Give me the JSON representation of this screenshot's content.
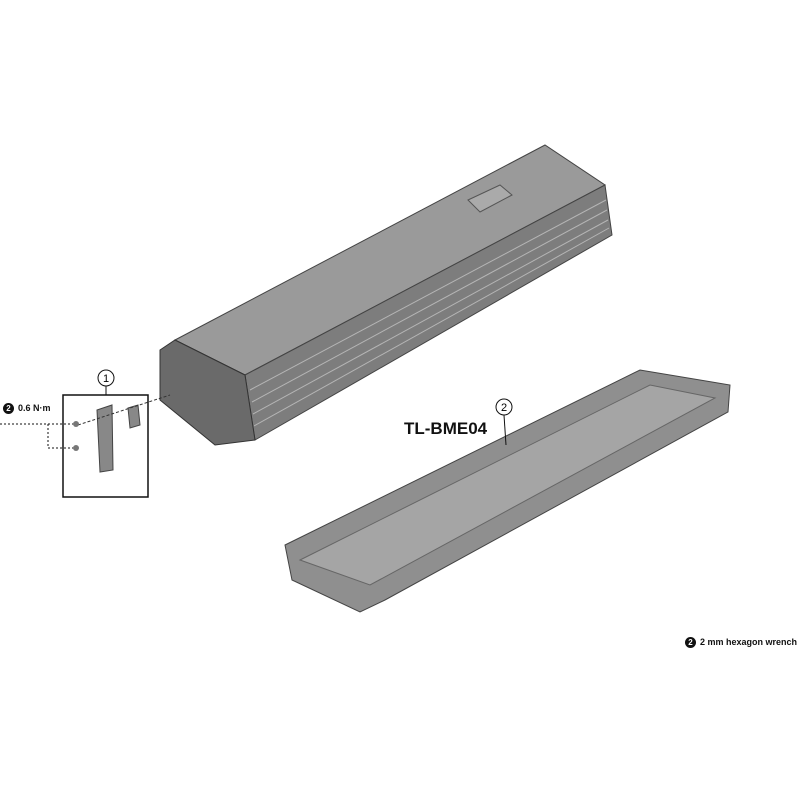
{
  "callouts": [
    {
      "number": "1"
    },
    {
      "number": "2"
    }
  ],
  "tool_code": "TL-BME04",
  "torque": {
    "tool_ref": "2",
    "value": "0.6 N·m"
  },
  "legend": {
    "tool_ref": "2",
    "text": "2 mm hexagon wrench"
  },
  "colors": {
    "part": "#8a8a8a",
    "part_dark": "#5e5e5e",
    "part_light": "#b0b0b0",
    "line": "#111111"
  }
}
